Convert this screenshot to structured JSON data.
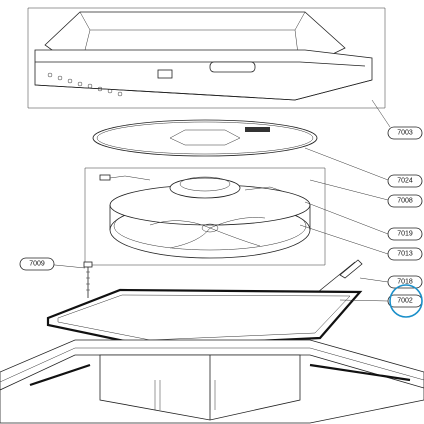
{
  "diagram": {
    "part_labels": [
      {
        "id": "label-7003",
        "text": "7003"
      },
      {
        "id": "label-7024",
        "text": "7024"
      },
      {
        "id": "label-7008",
        "text": "7008"
      },
      {
        "id": "label-7019",
        "text": "7019"
      },
      {
        "id": "label-7013",
        "text": "7013"
      },
      {
        "id": "label-7009",
        "text": "7009"
      },
      {
        "id": "label-7018",
        "text": "7018"
      },
      {
        "id": "label-7002",
        "text": "7002"
      }
    ],
    "highlight_color": "#1a8fc9",
    "highlighted_label": "7002"
  }
}
